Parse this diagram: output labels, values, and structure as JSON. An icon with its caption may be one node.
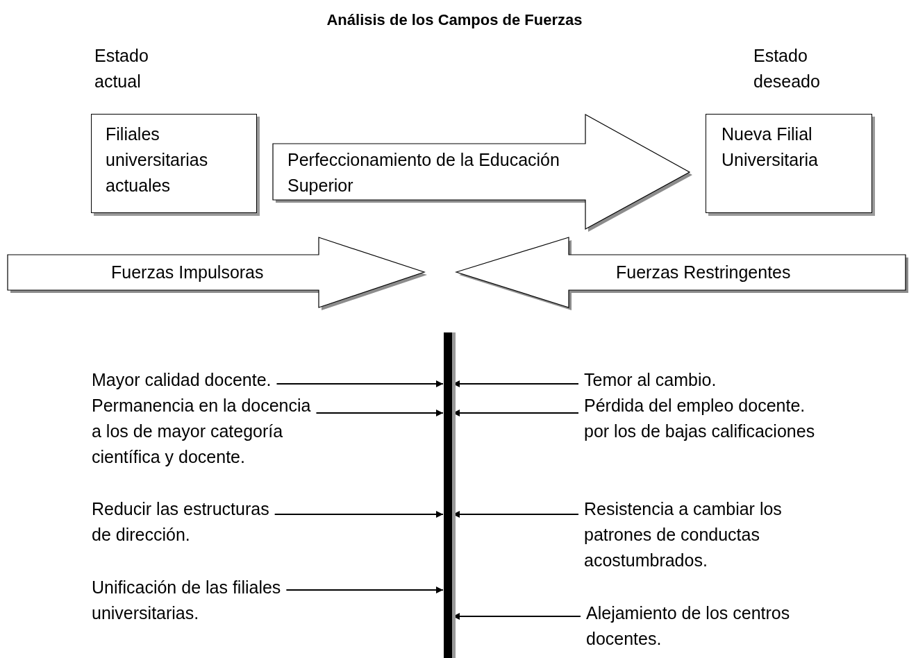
{
  "diagram": {
    "title": "Análisis de los Campos de Fuerzas",
    "nodes": [
      {
        "text": [
          "Filiales universitarias actuales"
        ],
        "beside": [
          "Estado actual"
        ]
      },
      {
        "text": [
          "Perfeccionamiento de la Educación Superior"
        ]
      },
      {
        "text": [
          "Nueva Filial Universitaria"
        ],
        "beside": [
          "Estado deseado"
        ]
      },
      {
        "text": [
          "Fuerzas Impulsoras"
        ]
      },
      {
        "text": [
          "Fuerzas Restringentes"
        ]
      },
      {
        "text": [],
        "shape": "bar"
      },
      {
        "text": [
          "Mayor calidad docente."
        ]
      },
      {
        "text": [
          "Permanencia en la docencia a los de mayor categoría científica y docente."
        ]
      },
      {
        "text": [
          "Reducir las estructuras de dirección."
        ]
      },
      {
        "text": [
          "Unificación de las filiales universitarias."
        ]
      },
      {
        "text": [
          "Temor al cambio."
        ]
      },
      {
        "text": [
          "Pérdida del empleo docente. por los de bajas calificaciones"
        ]
      },
      {
        "text": [
          "Resistencia a cambiar los patrones de conductas acostumbrados."
        ]
      },
      {
        "text": [
          "Alejamiento de los centros docentes."
        ]
      }
    ],
    "edges": [
      {
        "from": 6,
        "to": 5,
        "arrow": "to"
      },
      {
        "from": 7,
        "to": 5,
        "arrow": "to"
      },
      {
        "from": 8,
        "to": 5,
        "arrow": "to"
      },
      {
        "from": 9,
        "to": 5,
        "arrow": "to"
      },
      {
        "from": 10,
        "to": 5,
        "arrow": "to"
      },
      {
        "from": 11,
        "to": 5,
        "arrow": "to"
      },
      {
        "from": 12,
        "to": 5,
        "arrow": "to"
      },
      {
        "from": 13,
        "to": 5,
        "arrow": "to"
      }
    ]
  }
}
